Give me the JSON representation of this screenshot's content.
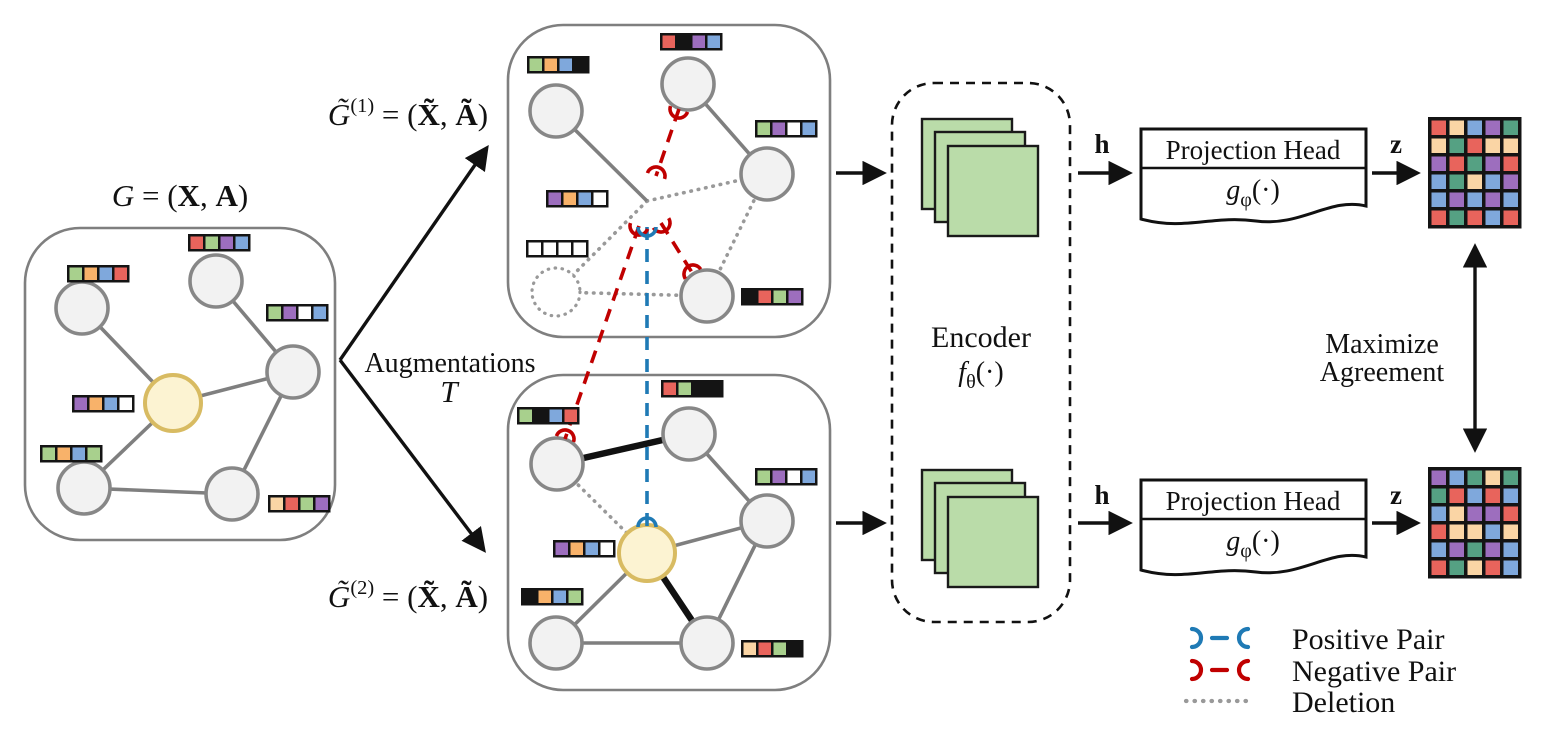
{
  "titles": {
    "g0": [
      {
        "t": "G",
        "c": "it"
      },
      {
        "t": " = (",
        "c": ""
      },
      {
        "t": "X",
        "c": "b"
      },
      {
        "t": ", ",
        "c": ""
      },
      {
        "t": "A",
        "c": "b"
      },
      {
        "t": ")",
        "c": ""
      }
    ],
    "g1": [
      {
        "t": "G̃",
        "c": "it"
      },
      {
        "t": "(1)",
        "c": "sup"
      },
      {
        "t": " = (",
        "c": ""
      },
      {
        "t": "X̃",
        "c": "b"
      },
      {
        "t": ", ",
        "c": ""
      },
      {
        "t": "Ã",
        "c": "b"
      },
      {
        "t": ")",
        "c": ""
      }
    ],
    "g2": [
      {
        "t": "G̃",
        "c": "it"
      },
      {
        "t": "(2)",
        "c": "sup"
      },
      {
        "t": " = (",
        "c": ""
      },
      {
        "t": "X̃",
        "c": "b"
      },
      {
        "t": ", ",
        "c": ""
      },
      {
        "t": "Ã",
        "c": "b"
      },
      {
        "t": ")",
        "c": ""
      }
    ]
  },
  "augment": {
    "label": "Augmentations",
    "tau": [
      {
        "t": "T",
        "c": "it"
      }
    ]
  },
  "encoder": {
    "label": "Encoder",
    "fn": [
      {
        "t": "f",
        "c": "it"
      },
      {
        "t": "θ",
        "c": "sub"
      },
      {
        "t": "(·)",
        "c": ""
      }
    ]
  },
  "projection": {
    "title": "Projection Head",
    "fn": [
      {
        "t": "g",
        "c": "it"
      },
      {
        "t": "φ",
        "c": "sub"
      },
      {
        "t": "(·)",
        "c": ""
      }
    ]
  },
  "io": {
    "h": "h",
    "z": "z"
  },
  "maximize": {
    "line1": "Maximize",
    "line2": "Agreement"
  },
  "legend": [
    {
      "label": "Positive Pair",
      "type": "pair",
      "color": "#1f7ab5"
    },
    {
      "label": "Negative Pair",
      "type": "pair",
      "color": "#c00000"
    },
    {
      "label": "Deletion",
      "type": "dotted",
      "color": "#999999"
    }
  ],
  "colors": {
    "green": "#a8d08d",
    "orange": "#f8b26a",
    "blue": "#7fa8dc",
    "red": "#e8645c",
    "purple": "#9d6ebe",
    "peach": "#fad5a5",
    "white": "#ffffff",
    "black": "#141414",
    "teal": "#55a183",
    "node_fill": "#f2f2f2",
    "node_stroke": "#878787",
    "anchor_node_fill": "#fcf3d2",
    "anchor_node_stroke": "#d8bb62",
    "encoder_green": "#badca9",
    "positive_pair": "#1f7ab5",
    "negative_pair": "#c00000",
    "deletion": "#999999"
  },
  "strips": {
    "g0": {
      "tl": [
        "green",
        "orange",
        "blue",
        "red"
      ],
      "tm": [
        "red",
        "green",
        "purple",
        "blue"
      ],
      "r": [
        "green",
        "purple",
        "white",
        "blue"
      ],
      "c": [
        "purple",
        "orange",
        "blue",
        "white"
      ],
      "bl": [
        "green",
        "orange",
        "blue",
        "green"
      ],
      "br": [
        "peach",
        "red",
        "green",
        "purple"
      ]
    },
    "g1": {
      "tl": [
        "green",
        "orange",
        "blue",
        "black"
      ],
      "tm": [
        "red",
        "black",
        "purple",
        "blue"
      ],
      "r": [
        "green",
        "purple",
        "white",
        "blue"
      ],
      "c": [
        "purple",
        "orange",
        "blue",
        "white"
      ],
      "ghost": [
        "white",
        "white",
        "white",
        "white"
      ],
      "br": [
        "black",
        "red",
        "green",
        "purple"
      ]
    },
    "g2": {
      "tl": [
        "green",
        "black",
        "blue",
        "red"
      ],
      "tm": [
        "red",
        "green",
        "black",
        "black"
      ],
      "r": [
        "green",
        "purple",
        "white",
        "blue"
      ],
      "c": [
        "purple",
        "orange",
        "blue",
        "white"
      ],
      "bl": [
        "black",
        "orange",
        "blue",
        "green"
      ],
      "br": [
        "peach",
        "red",
        "green",
        "black"
      ]
    }
  },
  "matrices": {
    "top": [
      [
        "red",
        "peach",
        "blue",
        "purple",
        "teal"
      ],
      [
        "peach",
        "teal",
        "red",
        "peach",
        "peach"
      ],
      [
        "purple",
        "red",
        "teal",
        "purple",
        "red"
      ],
      [
        "blue",
        "teal",
        "peach",
        "blue",
        "purple"
      ],
      [
        "blue",
        "purple",
        "blue",
        "purple",
        "blue"
      ],
      [
        "red",
        "teal",
        "red",
        "blue",
        "red"
      ]
    ],
    "bottom": [
      [
        "purple",
        "blue",
        "teal",
        "peach",
        "teal"
      ],
      [
        "teal",
        "red",
        "blue",
        "red",
        "blue"
      ],
      [
        "blue",
        "peach",
        "purple",
        "purple",
        "red"
      ],
      [
        "red",
        "peach",
        "peach",
        "blue",
        "peach"
      ],
      [
        "blue",
        "purple",
        "teal",
        "purple",
        "blue"
      ],
      [
        "red",
        "teal",
        "peach",
        "red",
        "blue"
      ]
    ]
  }
}
